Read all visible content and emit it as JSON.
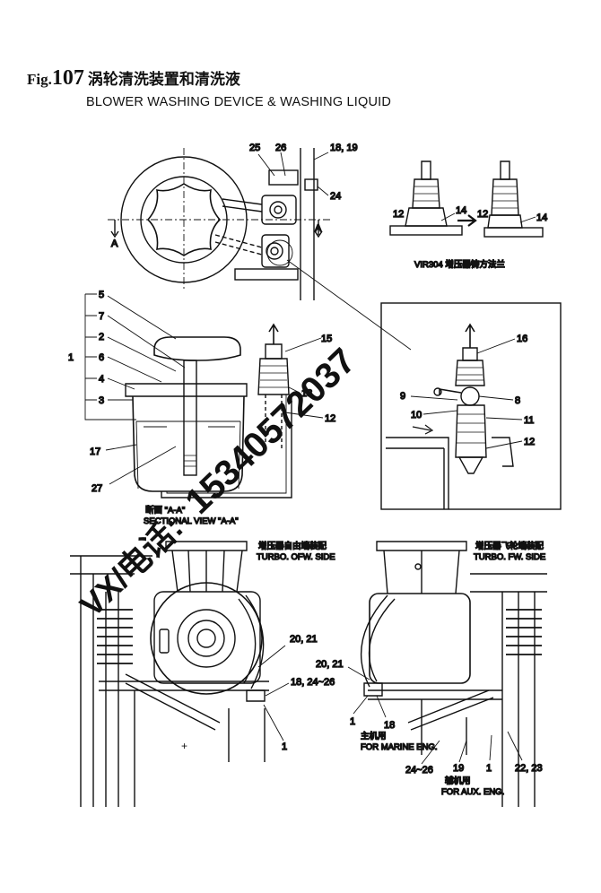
{
  "header": {
    "fig_label": "Fig.",
    "fig_number": "107",
    "title_cn": "涡轮清洗装置和清洗液",
    "title_en": "BLOWER WASHING DEVICE & WASHING LIQUID"
  },
  "top_view": {
    "labels": {
      "p25": "25",
      "p26": "26",
      "p18_19": "18, 19",
      "p24": "24",
      "section_left": "A",
      "section_right": "A"
    }
  },
  "section_view": {
    "labels": {
      "p5": "5",
      "p7": "7",
      "p2": "2",
      "p1": "1",
      "p6": "6",
      "p4": "4",
      "p3": "3",
      "p17": "17",
      "p27": "27",
      "p15": "15",
      "p13": "13",
      "p12": "12"
    },
    "caption_cn": "断面 \"A-A\"",
    "caption_en": "SECTIONAL VIEW \"A-A\""
  },
  "vir_detail": {
    "labels": {
      "p12a": "12",
      "p14a": "14",
      "p12b": "12",
      "p14b": "14"
    },
    "caption": "VIR304  增压器铸方法兰"
  },
  "detail_view": {
    "labels": {
      "p16": "16",
      "p9": "9",
      "p8": "8",
      "p10": "10",
      "p11": "11",
      "p12": "12"
    }
  },
  "ofw_view": {
    "caption_cn": "增压器自由端装配",
    "caption_en": "TURBO. OFW. SIDE",
    "labels": {
      "p20_21": "20, 21",
      "p18_24_26": "18, 24~26",
      "p1": "1"
    }
  },
  "fw_view": {
    "caption_cn": "增压器飞轮端装配",
    "caption_en": "TURBO. FW. SIDE",
    "labels": {
      "p20_21": "20, 21",
      "p1a": "1",
      "p18": "18",
      "p24_26": "24~26",
      "p19": "19",
      "p1b": "1",
      "p22_23": "22, 23"
    },
    "marine_cn": "主机用",
    "marine_en": "FOR MARINE ENG.",
    "aux_cn": "辅机用",
    "aux_en": "FOR AUX. ENG."
  },
  "watermark": {
    "prefix": "VX/电话:",
    "phone": "15340572037",
    "color": "#2e6fd1"
  }
}
